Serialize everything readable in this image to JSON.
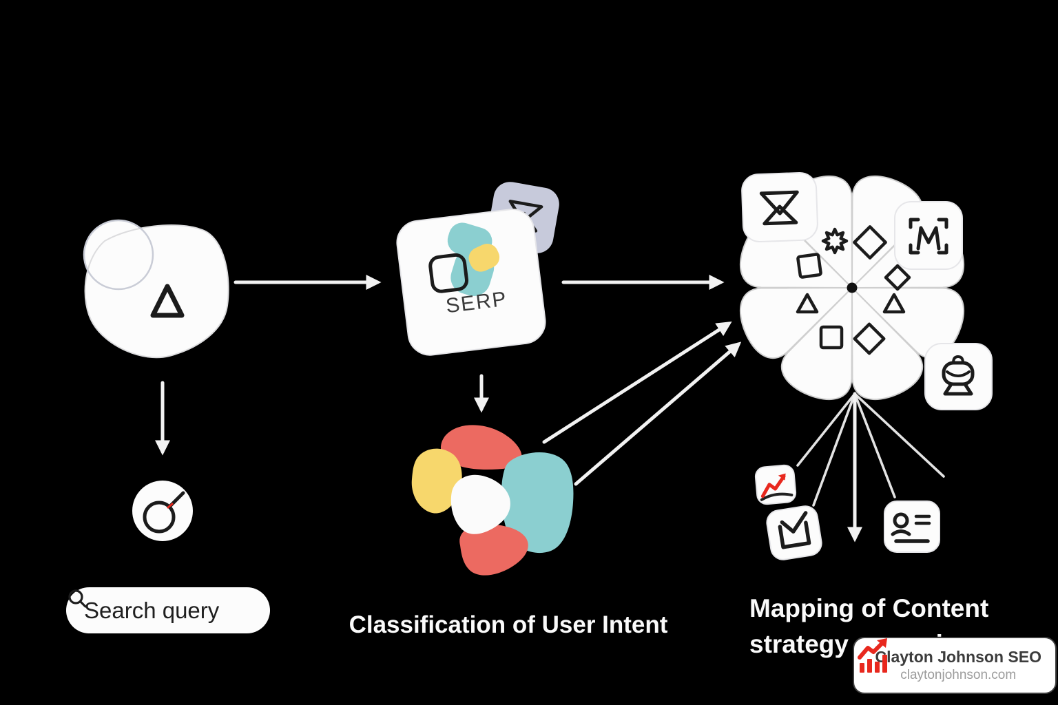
{
  "colors": {
    "background": "#000000",
    "shape-white": "#FCFCFC",
    "teal": "#8BCFD0",
    "yellow": "#F7D76C",
    "coral": "#EC6A61",
    "lavender": "#C7CADB",
    "red": "#E8281E",
    "ink": "#1B1B1B"
  },
  "stage1": {
    "search_label": "Search query",
    "icons": [
      "blob-cluster-icon",
      "circle-outline-icon",
      "rounded-triangle-icon",
      "pointer-circle-icon",
      "magnifier-icon"
    ]
  },
  "stage2": {
    "serp_label": "SERP",
    "caption": "Classification of User Intent",
    "icons": [
      "serp-card",
      "envelope-badge-icon",
      "teal-blob-icon",
      "yellow-blob-icon",
      "frame-square-icon",
      "intent-cluster-shapes"
    ]
  },
  "stage3": {
    "caption_line1": "Mapping of Content",
    "caption_word_strategy": "strategy",
    "caption_word_mapping": "mapping",
    "icons": [
      "petal-wheel",
      "burst-icon",
      "diamond-icon",
      "square-icon",
      "triangle-icon",
      "envelope-icon",
      "scan-frame-m-icon",
      "webcam-icon",
      "growth-chart-icon",
      "mail-check-icon",
      "contact-card-icon"
    ]
  },
  "branding": {
    "name": "Clayton Johnson SEO",
    "domain": "claytonjohnson.com",
    "icon": "growth-chart-icon"
  }
}
